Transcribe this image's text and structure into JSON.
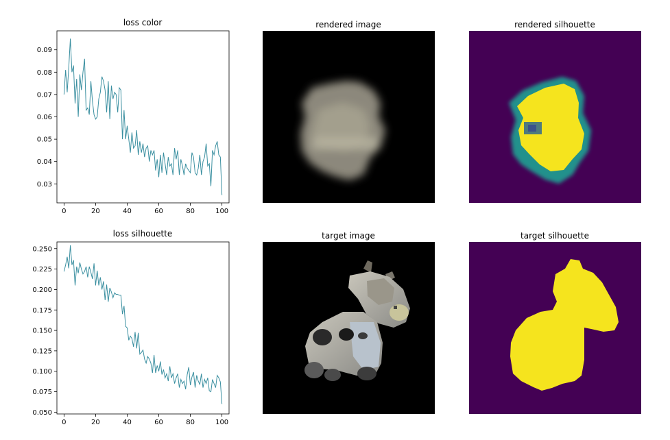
{
  "figure": {
    "panels": {
      "loss_color_title": "loss color",
      "rendered_image_title": "rendered image",
      "rendered_silhouette_title": "rendered silhouette",
      "loss_silhouette_title": "loss silhouette",
      "target_image_title": "target image",
      "target_silhouette_title": "target silhouette"
    },
    "line_color": "#3a8fa0",
    "viridis": {
      "dark": "#440154",
      "mid": "#31a4b2",
      "teal": "#21918c",
      "yellow": "#f5e41e"
    }
  },
  "chart_data": [
    {
      "type": "line",
      "title": "loss color",
      "xlim": [
        -4.5,
        104.5
      ],
      "ylim": [
        0.0215,
        0.0985
      ],
      "xticks": [
        0,
        20,
        40,
        60,
        80,
        100
      ],
      "yticks": [
        0.03,
        0.04,
        0.05,
        0.06,
        0.07,
        0.08,
        0.09
      ],
      "ytick_labels": [
        "0.03",
        "0.04",
        "0.05",
        "0.06",
        "0.07",
        "0.08",
        "0.09"
      ],
      "series": [
        {
          "x": [
            0,
            1,
            2,
            3,
            4,
            5,
            6,
            7,
            8,
            9,
            10,
            11,
            12,
            13,
            14,
            15,
            16,
            17,
            18,
            19,
            20,
            21,
            22,
            23,
            24,
            25,
            26,
            27,
            28,
            29,
            30,
            31,
            32,
            33,
            34,
            35,
            36,
            37,
            38,
            39,
            40,
            41,
            42,
            43,
            44,
            45,
            46,
            47,
            48,
            49,
            50,
            51,
            52,
            53,
            54,
            55,
            56,
            57,
            58,
            59,
            60,
            61,
            62,
            63,
            64,
            65,
            66,
            67,
            68,
            69,
            70,
            71,
            72,
            73,
            74,
            75,
            76,
            77,
            78,
            79,
            80,
            81,
            82,
            83,
            84,
            85,
            86,
            87,
            88,
            89,
            90,
            91,
            92,
            93,
            94,
            95,
            96,
            97,
            98,
            99,
            100
          ],
          "values": [
            0.07,
            0.081,
            0.071,
            0.082,
            0.095,
            0.08,
            0.083,
            0.066,
            0.077,
            0.06,
            0.079,
            0.072,
            0.08,
            0.086,
            0.063,
            0.064,
            0.061,
            0.076,
            0.067,
            0.061,
            0.059,
            0.06,
            0.068,
            0.071,
            0.078,
            0.076,
            0.072,
            0.062,
            0.076,
            0.059,
            0.074,
            0.068,
            0.071,
            0.07,
            0.062,
            0.073,
            0.072,
            0.05,
            0.063,
            0.05,
            0.056,
            0.05,
            0.044,
            0.053,
            0.046,
            0.047,
            0.054,
            0.043,
            0.049,
            0.044,
            0.048,
            0.042,
            0.046,
            0.047,
            0.04,
            0.045,
            0.043,
            0.045,
            0.036,
            0.041,
            0.033,
            0.043,
            0.035,
            0.044,
            0.039,
            0.034,
            0.042,
            0.038,
            0.039,
            0.034,
            0.046,
            0.041,
            0.045,
            0.034,
            0.041,
            0.038,
            0.034,
            0.039,
            0.037,
            0.036,
            0.035,
            0.044,
            0.042,
            0.035,
            0.034,
            0.037,
            0.043,
            0.034,
            0.04,
            0.042,
            0.048,
            0.038,
            0.039,
            0.029,
            0.045,
            0.043,
            0.047,
            0.049,
            0.043,
            0.042,
            0.025
          ]
        }
      ]
    },
    {
      "type": "line",
      "title": "loss silhouette",
      "xlim": [
        -4.5,
        104.5
      ],
      "ylim": [
        0.0478,
        0.2582
      ],
      "xticks": [
        0,
        20,
        40,
        60,
        80,
        100
      ],
      "yticks": [
        0.05,
        0.075,
        0.1,
        0.125,
        0.15,
        0.175,
        0.2,
        0.225,
        0.25
      ],
      "ytick_labels": [
        "0.050",
        "0.075",
        "0.100",
        "0.125",
        "0.150",
        "0.175",
        "0.200",
        "0.225",
        "0.250"
      ],
      "series": [
        {
          "x": [
            0,
            1,
            2,
            3,
            4,
            5,
            6,
            7,
            8,
            9,
            10,
            11,
            12,
            13,
            14,
            15,
            16,
            17,
            18,
            19,
            20,
            21,
            22,
            23,
            24,
            25,
            26,
            27,
            28,
            29,
            30,
            31,
            32,
            33,
            34,
            35,
            36,
            37,
            38,
            39,
            40,
            41,
            42,
            43,
            44,
            45,
            46,
            47,
            48,
            49,
            50,
            51,
            52,
            53,
            54,
            55,
            56,
            57,
            58,
            59,
            60,
            61,
            62,
            63,
            64,
            65,
            66,
            67,
            68,
            69,
            70,
            71,
            72,
            73,
            74,
            75,
            76,
            77,
            78,
            79,
            80,
            81,
            82,
            83,
            84,
            85,
            86,
            87,
            88,
            89,
            90,
            91,
            92,
            93,
            94,
            95,
            96,
            97,
            98,
            99,
            100
          ],
          "values": [
            0.222,
            0.23,
            0.24,
            0.226,
            0.254,
            0.23,
            0.236,
            0.205,
            0.228,
            0.22,
            0.233,
            0.225,
            0.219,
            0.222,
            0.228,
            0.215,
            0.228,
            0.221,
            0.213,
            0.232,
            0.205,
            0.223,
            0.205,
            0.215,
            0.2,
            0.21,
            0.187,
            0.206,
            0.185,
            0.202,
            0.197,
            0.19,
            0.196,
            0.194,
            0.194,
            0.193,
            0.193,
            0.17,
            0.18,
            0.155,
            0.153,
            0.138,
            0.143,
            0.14,
            0.13,
            0.148,
            0.128,
            0.147,
            0.121,
            0.123,
            0.126,
            0.115,
            0.11,
            0.118,
            0.115,
            0.11,
            0.098,
            0.12,
            0.098,
            0.107,
            0.1,
            0.112,
            0.096,
            0.102,
            0.092,
            0.097,
            0.088,
            0.106,
            0.092,
            0.097,
            0.085,
            0.092,
            0.097,
            0.08,
            0.09,
            0.085,
            0.088,
            0.078,
            0.096,
            0.105,
            0.083,
            0.093,
            0.099,
            0.08,
            0.095,
            0.088,
            0.084,
            0.097,
            0.08,
            0.09,
            0.085,
            0.092,
            0.076,
            0.075,
            0.09,
            0.085,
            0.08,
            0.095,
            0.092,
            0.087,
            0.06
          ]
        }
      ]
    }
  ]
}
